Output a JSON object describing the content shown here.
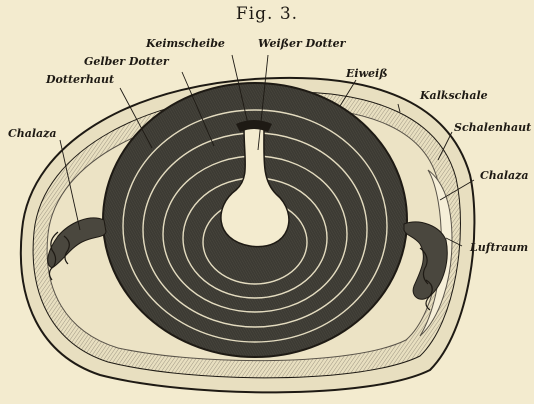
{
  "title": "Fig. 3.",
  "labels": {
    "keimscheibe": "Keimscheibe",
    "weisser_dotter": "Weißer Dotter",
    "gelber_dotter": "Gelber Dotter",
    "eiweiss": "Eiweiß",
    "dotterhaut": "Dotterhaut",
    "kalkschale": "Kalkschale",
    "schalenhaut": "Schalenhaut",
    "chalaza_left": "Chalaza",
    "chalaza_right": "Chalaza",
    "luftraum": "Luftraum"
  },
  "colors": {
    "paper": "#f3ebcf",
    "ink": "#1e1a14",
    "yolk": "#3c3a33",
    "albumen": "#ece3c5"
  }
}
